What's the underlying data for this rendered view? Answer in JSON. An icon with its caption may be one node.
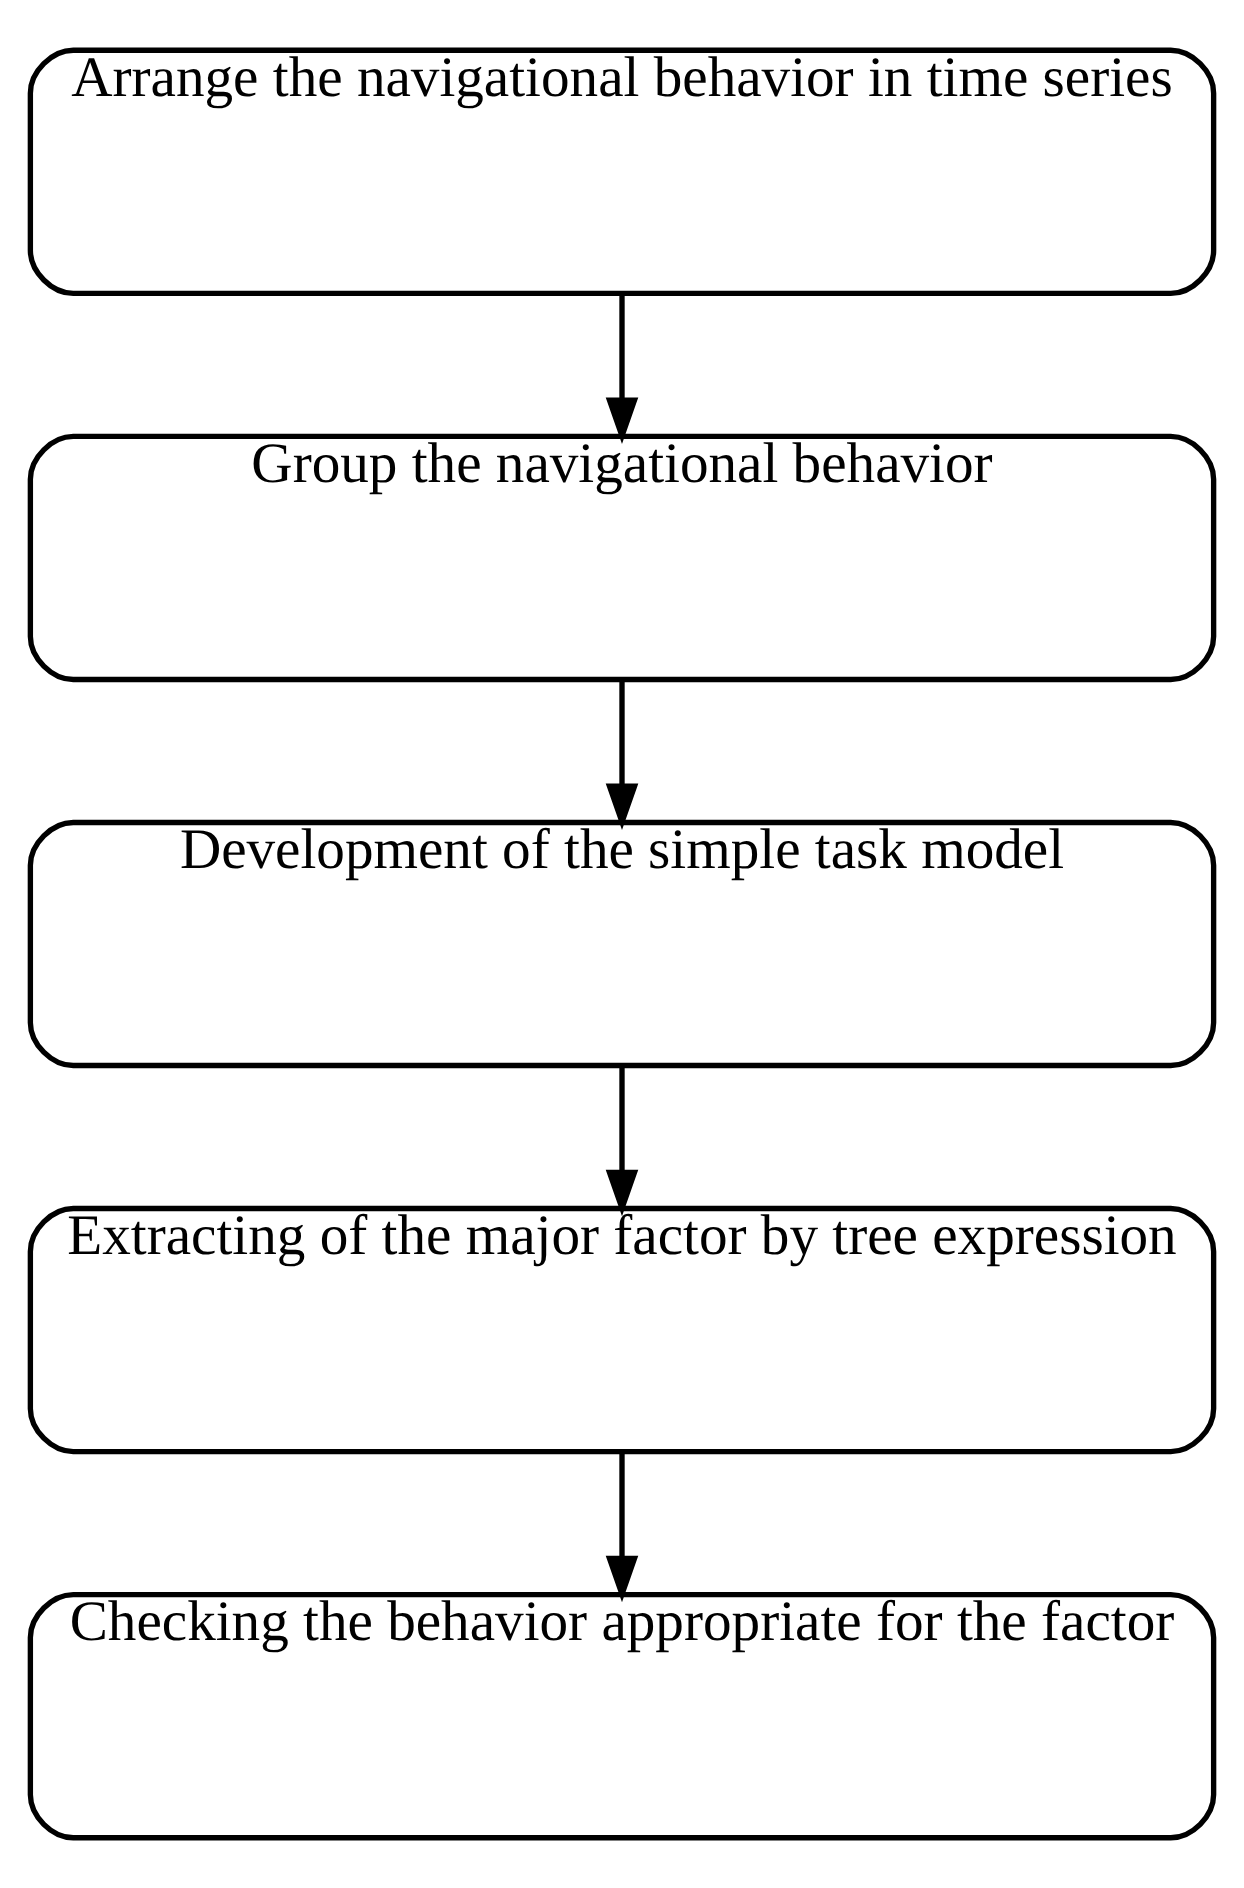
{
  "diagram": {
    "nodes": [
      {
        "text": [
          "Arrange the navigational behavior in time series"
        ]
      },
      {
        "text": [
          "Group the navigational behavior"
        ]
      },
      {
        "text": [
          "Development of the simple task model"
        ]
      },
      {
        "text": [
          "Extracting of the major factor by tree expression"
        ]
      },
      {
        "text": [
          "Checking the behavior appropriate for the factor"
        ]
      }
    ],
    "edges": [
      {
        "from": 0,
        "to": 1,
        "arrow": "to"
      },
      {
        "from": 1,
        "to": 2,
        "arrow": "to"
      },
      {
        "from": 2,
        "to": 3,
        "arrow": "to"
      },
      {
        "from": 3,
        "to": 4,
        "arrow": "to"
      }
    ]
  }
}
